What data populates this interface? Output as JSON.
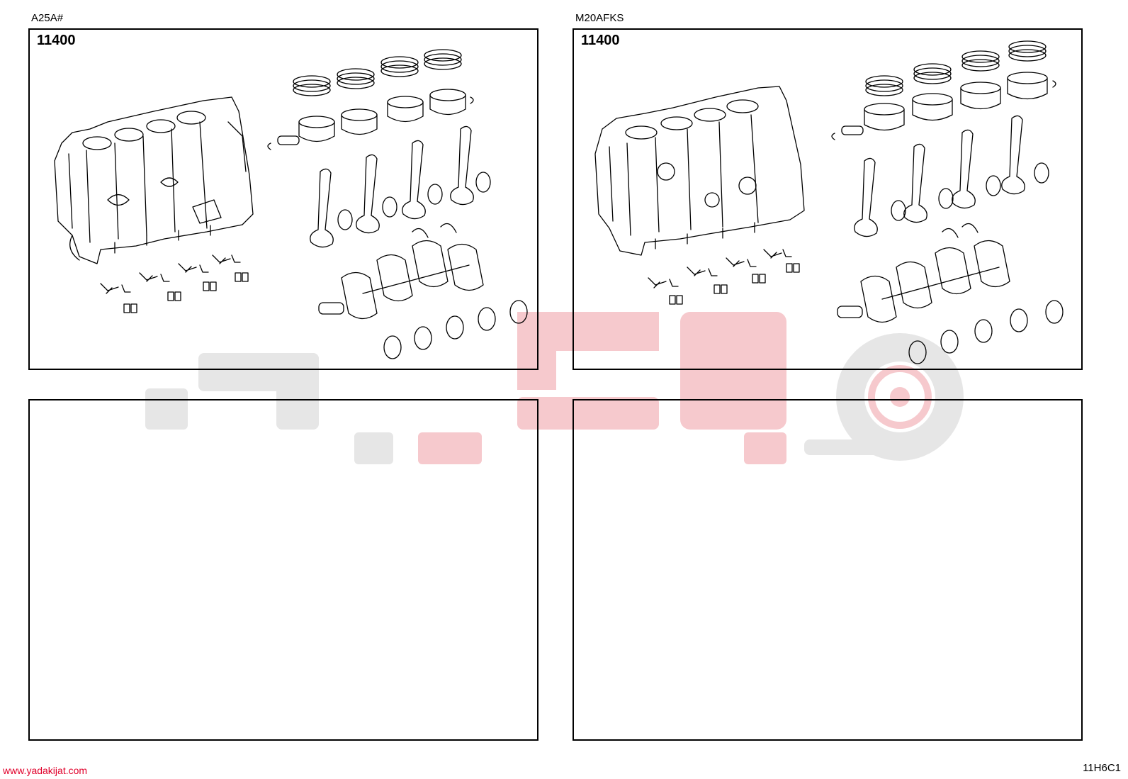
{
  "diagrams": [
    {
      "engine_code": "A25A#",
      "part_code": "11400"
    },
    {
      "engine_code": "M20AFKS",
      "part_code": "11400"
    }
  ],
  "empty_panels": [
    {
      "part_code": ""
    },
    {
      "part_code": ""
    }
  ],
  "footer": {
    "website": "www.yadakijat.com",
    "page_code": "11H6C1"
  },
  "colors": {
    "line": "#000000",
    "watermark_gray": "#e6e6e6",
    "watermark_red": "#f6c9cd",
    "url_red": "#e0002a"
  }
}
